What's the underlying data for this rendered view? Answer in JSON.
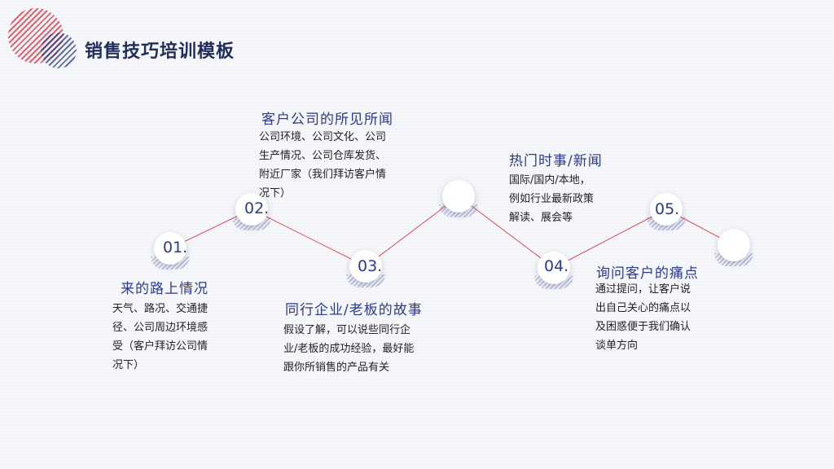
{
  "title": "销售技巧培训模板",
  "colors": {
    "accent": "#2b3a8a",
    "line": "#d94a55",
    "title": "#1f2d5c"
  },
  "nodes": [
    {
      "label": "01."
    },
    {
      "label": "02."
    },
    {
      "label": "03."
    },
    {
      "label": ""
    },
    {
      "label": "04."
    },
    {
      "label": "05."
    },
    {
      "label": ""
    }
  ],
  "items": [
    {
      "heading": "来的路上情况",
      "lines": [
        "天气、路况、交通捷",
        "径、公司周边环境感",
        "受（客户拜访公司情",
        "况下）"
      ]
    },
    {
      "heading": "客户公司的所见所闻",
      "lines": [
        "公司环境、公司文化、公司",
        "生产情况、公司仓库发货、",
        "附近厂家（我们拜访客户情",
        "况下）"
      ]
    },
    {
      "heading": "同行企业/老板的故事",
      "lines": [
        "假设了解，可以说些同行企",
        "业/老板的成功经验，最好能",
        "跟你所销售的产品有关"
      ]
    },
    {
      "heading": "热门时事/新闻",
      "lines": [
        "国际/国内/本地，",
        "例如行业最新政策",
        "解读、展会等"
      ]
    },
    {
      "heading": "询问客户的痛点",
      "lines": [
        "通过提问，让客户说",
        "出自己关心的痛点以",
        "及困惑便于我们确认",
        "谈单方向"
      ]
    }
  ]
}
